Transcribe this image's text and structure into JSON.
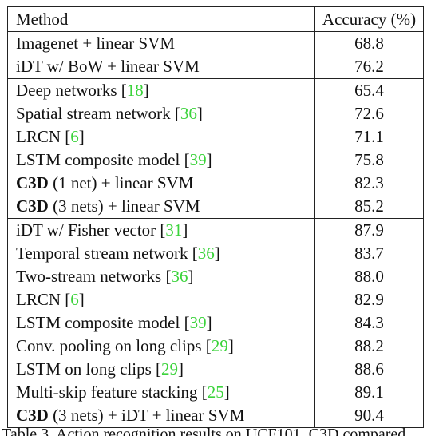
{
  "table": {
    "headers": [
      "Method",
      "Accuracy (%)"
    ],
    "groups": [
      [
        {
          "parts": [
            {
              "text": "Imagenet + linear SVM"
            }
          ],
          "accuracy": "68.8"
        },
        {
          "parts": [
            {
              "text": "iDT w/ BoW + linear SVM"
            }
          ],
          "accuracy": "76.2"
        }
      ],
      [
        {
          "parts": [
            {
              "text": "Deep networks ["
            },
            {
              "text": "18",
              "cite": true
            },
            {
              "text": "]"
            }
          ],
          "accuracy": "65.4"
        },
        {
          "parts": [
            {
              "text": "Spatial stream network ["
            },
            {
              "text": "36",
              "cite": true
            },
            {
              "text": "]"
            }
          ],
          "accuracy": "72.6"
        },
        {
          "parts": [
            {
              "text": "LRCN ["
            },
            {
              "text": "6",
              "cite": true
            },
            {
              "text": "]"
            }
          ],
          "accuracy": "71.1"
        },
        {
          "parts": [
            {
              "text": "LSTM composite model ["
            },
            {
              "text": "39",
              "cite": true
            },
            {
              "text": "]"
            }
          ],
          "accuracy": "75.8"
        },
        {
          "parts": [
            {
              "text": "C3D",
              "bold": true
            },
            {
              "text": " (1 net) + linear SVM"
            }
          ],
          "accuracy": "82.3"
        },
        {
          "parts": [
            {
              "text": "C3D",
              "bold": true
            },
            {
              "text": " (3 nets) + linear SVM"
            }
          ],
          "accuracy": "85.2",
          "accuracy_bold": true
        }
      ],
      [
        {
          "parts": [
            {
              "text": "iDT w/ Fisher vector ["
            },
            {
              "text": "31",
              "cite": true
            },
            {
              "text": "]"
            }
          ],
          "accuracy": "87.9"
        },
        {
          "parts": [
            {
              "text": "Temporal stream network ["
            },
            {
              "text": "36",
              "cite": true
            },
            {
              "text": "]"
            }
          ],
          "accuracy": "83.7"
        },
        {
          "parts": [
            {
              "text": "Two-stream networks ["
            },
            {
              "text": "36",
              "cite": true
            },
            {
              "text": "]"
            }
          ],
          "accuracy": "88.0"
        },
        {
          "parts": [
            {
              "text": "LRCN ["
            },
            {
              "text": "6",
              "cite": true
            },
            {
              "text": "]"
            }
          ],
          "accuracy": "82.9"
        },
        {
          "parts": [
            {
              "text": "LSTM composite model ["
            },
            {
              "text": "39",
              "cite": true
            },
            {
              "text": "]"
            }
          ],
          "accuracy": "84.3"
        },
        {
          "parts": [
            {
              "text": "Conv. pooling on long clips ["
            },
            {
              "text": "29",
              "cite": true
            },
            {
              "text": "]"
            }
          ],
          "accuracy": "88.2"
        },
        {
          "parts": [
            {
              "text": "LSTM on long clips ["
            },
            {
              "text": "29",
              "cite": true
            },
            {
              "text": "]"
            }
          ],
          "accuracy": "88.6"
        },
        {
          "parts": [
            {
              "text": "Multi-skip feature stacking ["
            },
            {
              "text": "25",
              "cite": true
            },
            {
              "text": "]"
            }
          ],
          "accuracy": "89.1"
        },
        {
          "parts": [
            {
              "text": "C3D",
              "bold": true
            },
            {
              "text": " (3 nets) + iDT + linear SVM"
            }
          ],
          "accuracy": "90.4",
          "accuracy_bold": true
        }
      ]
    ]
  },
  "caption": {
    "text": "Table 3. Action recognition results on UCF101. C3D compared"
  },
  "colors": {
    "citation": "#3bd33b",
    "text": "#111111",
    "rule": "#222222"
  }
}
